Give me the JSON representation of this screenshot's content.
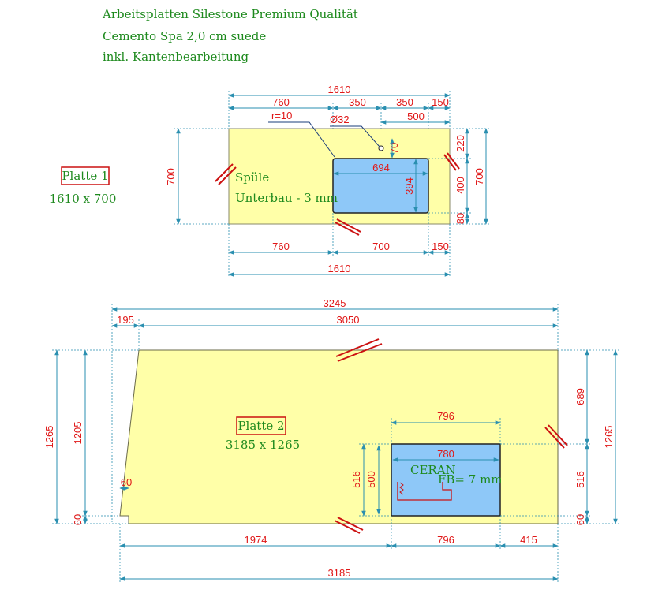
{
  "header": {
    "line1": "Arbeitsplatten Silestone Premium Qualität",
    "line2": "Cemento Spa 2,0 cm suede",
    "line3": "inkl. Kantenbearbeitung"
  },
  "colors": {
    "slab": "#ffffa8",
    "cutout": "#8ec8f8",
    "text_green": "#1e8a1e",
    "dim_red": "#e01818",
    "dim_line": "#2a8fb0"
  },
  "plate1": {
    "name": "Platte 1",
    "size": "1610 x 700",
    "sink_label": "Spüle",
    "sink_note": "Unterbau - 3 mm",
    "radius": "r=10",
    "hole": "Ø32",
    "dims": {
      "total_top": "1610",
      "seg_760": "760",
      "seg_350a": "350",
      "seg_350b": "350",
      "seg_150_top": "150",
      "seg_500": "500",
      "height_left": "700",
      "height_right": "700",
      "right_220": "220",
      "right_400": "400",
      "right_80": "80",
      "hole_70": "70",
      "sink_width": "694",
      "sink_height": "394",
      "bottom_760": "760",
      "bottom_700": "700",
      "bottom_150": "150",
      "total_bottom": "1610"
    }
  },
  "plate2": {
    "name": "Platte 2",
    "size": "3185 x 1265",
    "cooktop_label": "CERAN",
    "cooktop_note": "FB= 7 mm",
    "dims": {
      "total_top": "3245",
      "seg_195": "195",
      "seg_3050": "3050",
      "left_1265": "1265",
      "left_1205": "1205",
      "left_60": "60",
      "notch_60": "60",
      "outer_796": "796",
      "inner_780": "780",
      "h_516": "516",
      "h_500": "500",
      "right_689": "689",
      "right_516": "516",
      "right_60": "60",
      "right_1265": "1265",
      "bottom_1974": "1974",
      "bottom_796": "796",
      "bottom_415": "415",
      "total_bottom": "3185"
    }
  }
}
